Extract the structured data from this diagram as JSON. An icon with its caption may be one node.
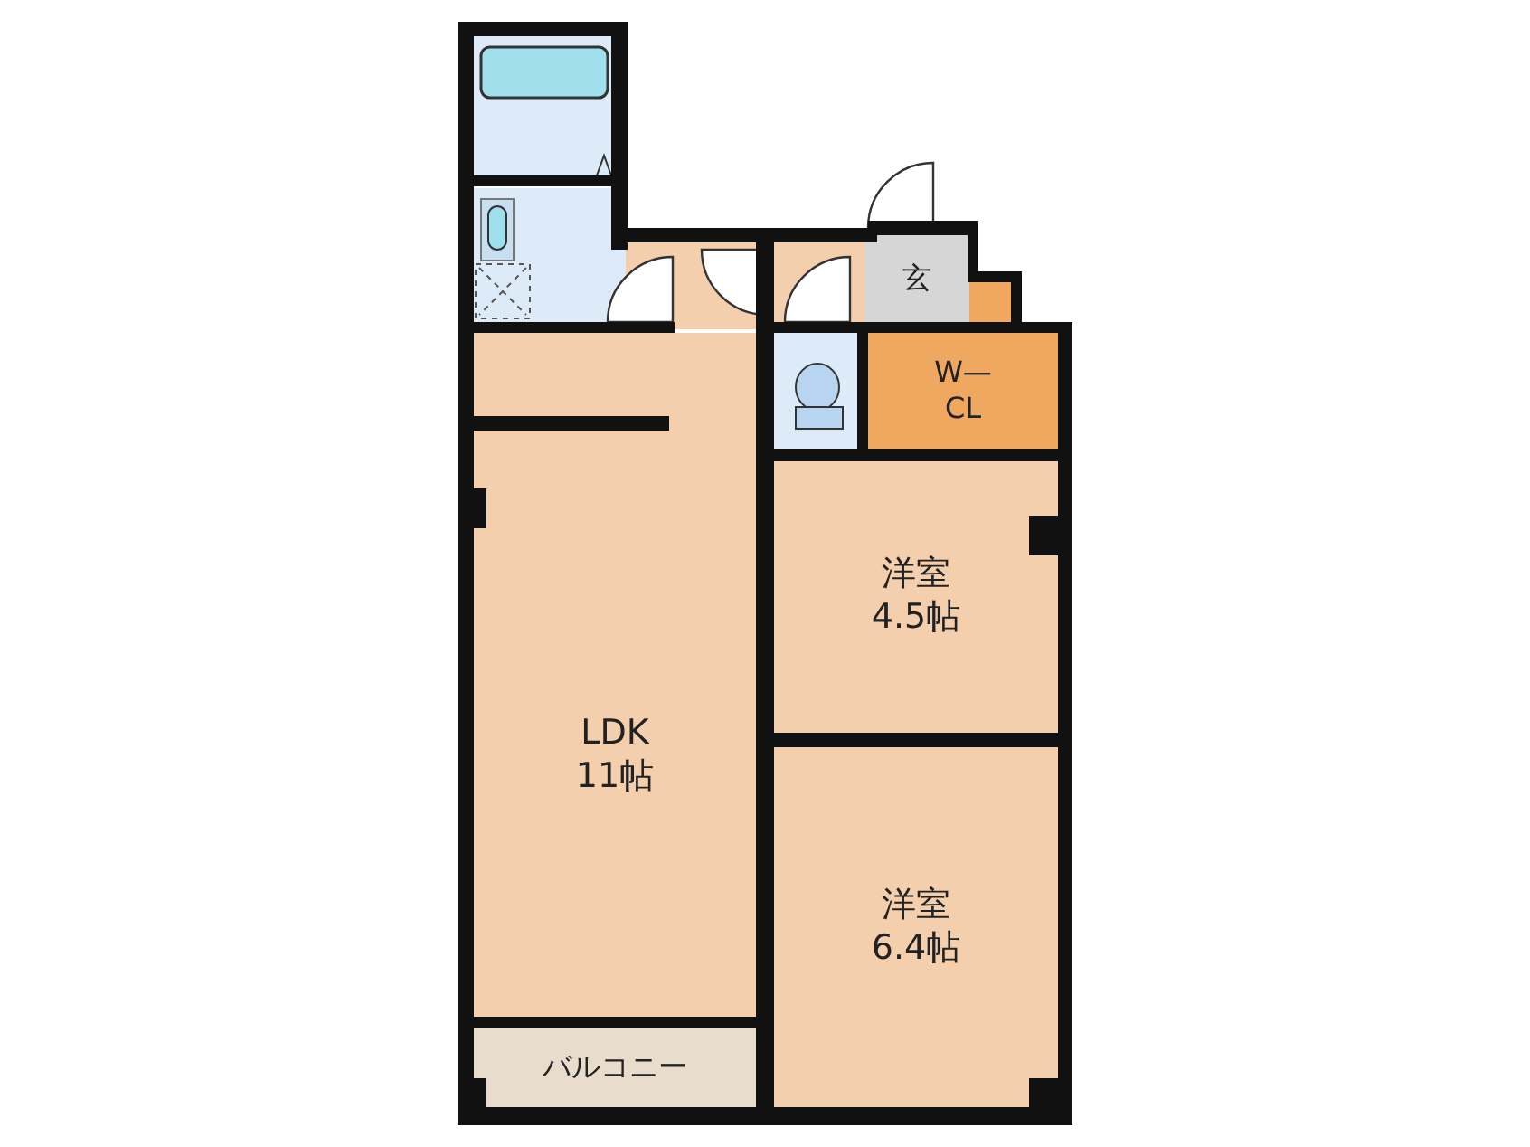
{
  "diagram": {
    "nodes": [
      {
        "text": [
          "玄"
        ]
      },
      {
        "text": [
          "W— CL"
        ]
      },
      {
        "text": [
          "洋室",
          "4.5帖"
        ]
      },
      {
        "text": [
          "LDK",
          "11帖"
        ]
      },
      {
        "text": [
          "洋室",
          "6.4帖"
        ]
      },
      {
        "text": [
          "バルコニー"
        ]
      }
    ]
  }
}
